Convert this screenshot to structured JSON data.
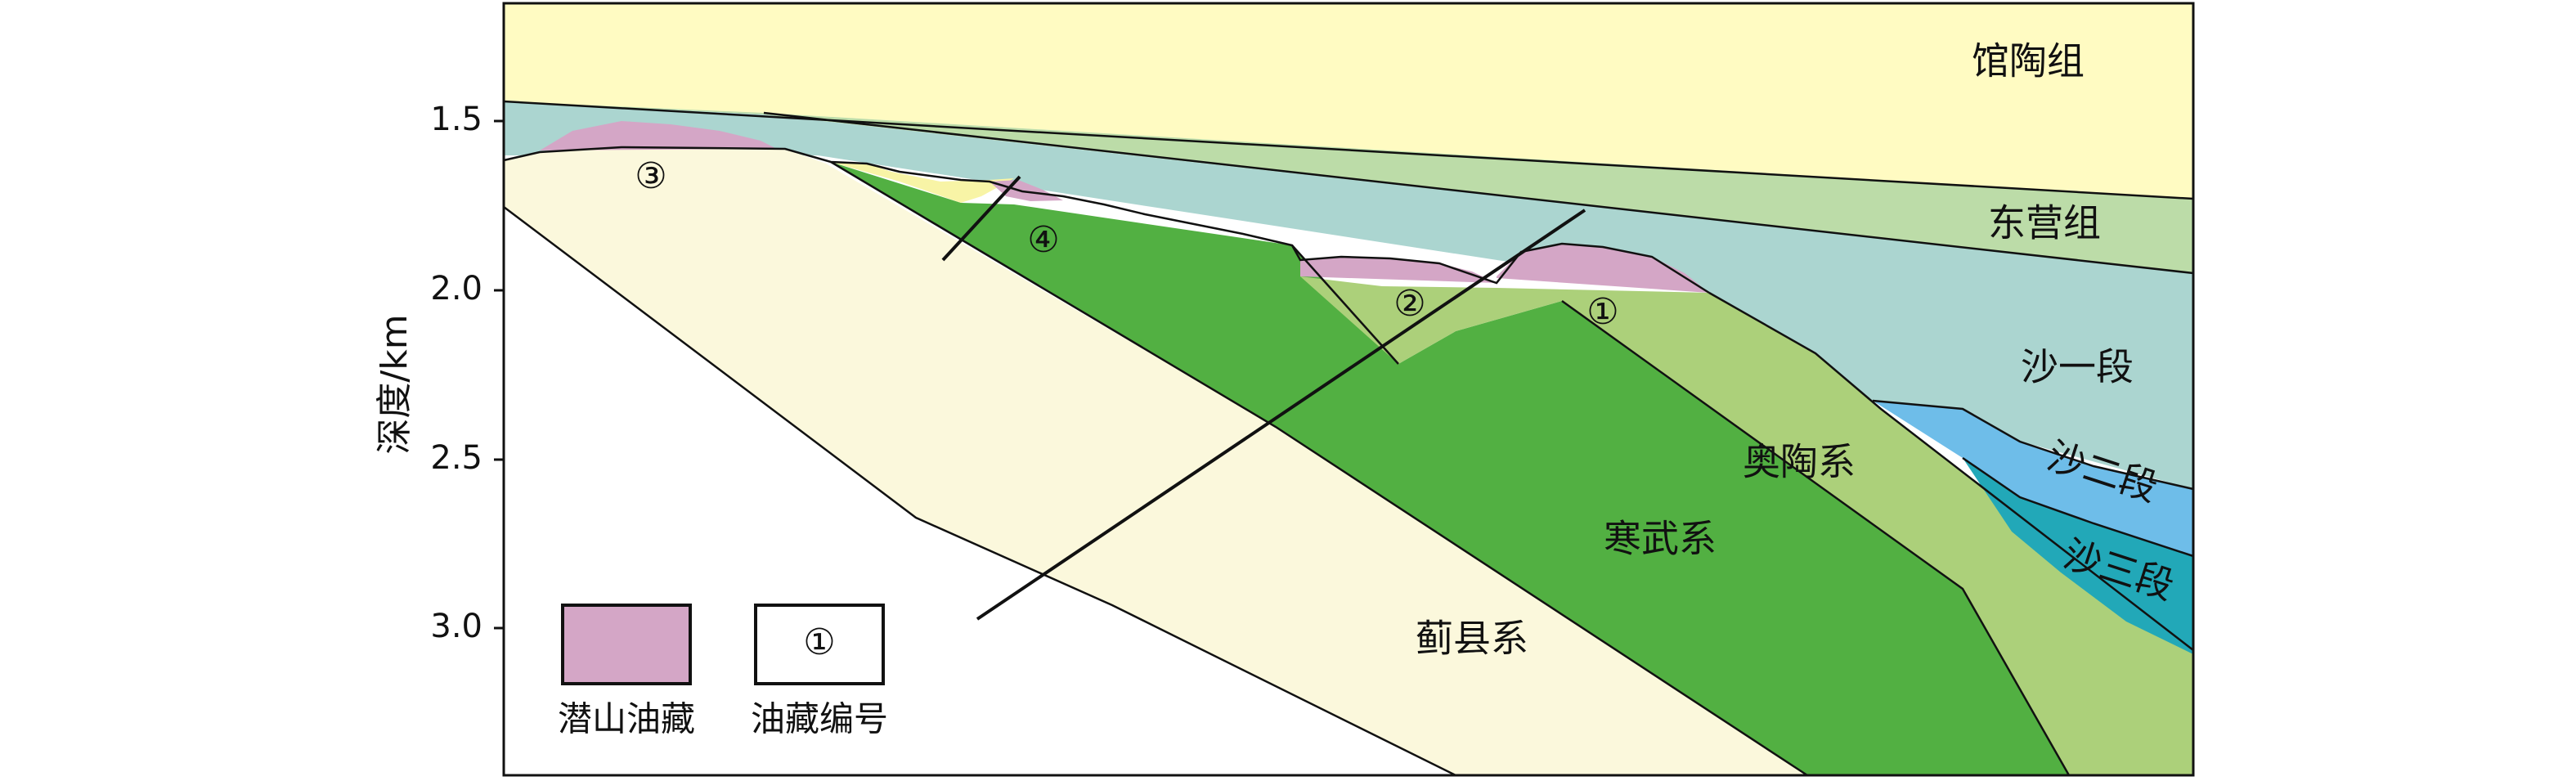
{
  "axis": {
    "ylabel": "深度/km",
    "ticks": [
      "1.5",
      "2.0",
      "2.5",
      "3.0"
    ]
  },
  "units": {
    "guantao": "馆陶组",
    "dongying": "东营组",
    "sha1": "沙一段",
    "sha2": "沙二段",
    "sha3": "沙三段",
    "ordovician": "奥陶系",
    "cambrian": "寒武系",
    "jixian": "蓟县系"
  },
  "reservoir_numbers": [
    "①",
    "②",
    "③",
    "④"
  ],
  "legend": {
    "items": [
      {
        "label": "潜山油藏"
      },
      {
        "label": "油藏编号",
        "symbol": "①"
      }
    ]
  },
  "colors": {
    "guantao": "#fffbc2",
    "dongying": "#bcdca8",
    "sha1": "#abd5d0",
    "sha2": "#6ebde9",
    "sha3": "#22a8b8",
    "ordovician": "#acd07a",
    "cambrian": "#52b042",
    "jixian": "#fbf8dc",
    "reservoir": "#d4a6c6",
    "yellow_lens": "#f8f4a6"
  }
}
